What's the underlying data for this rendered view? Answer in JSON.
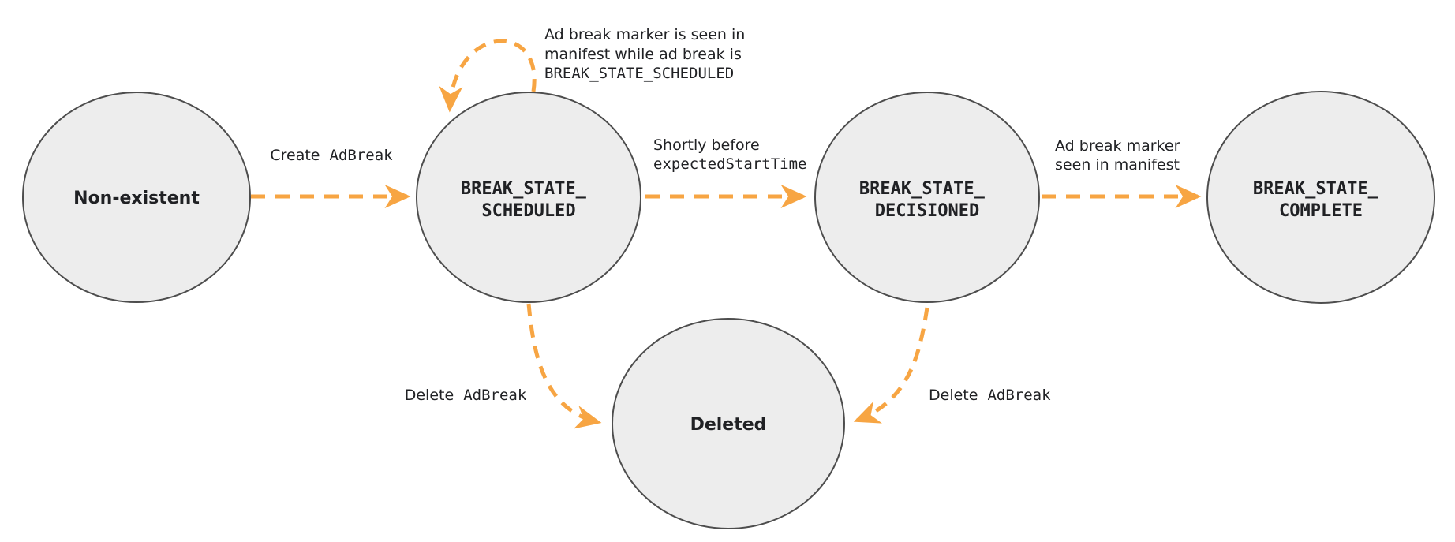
{
  "diagram": {
    "colors": {
      "accent": "#F7A543",
      "state_fill": "#EDEDED",
      "state_stroke": "#4D4D4D",
      "text": "#202124"
    },
    "states": {
      "nonexistent": {
        "label": "Non-existent"
      },
      "scheduled": {
        "line1": "BREAK_STATE_",
        "line2": "SCHEDULED"
      },
      "decisioned": {
        "line1": "BREAK_STATE_",
        "line2": "DECISIONED"
      },
      "complete": {
        "line1": "BREAK_STATE_",
        "line2": "COMPLETE"
      },
      "deleted": {
        "label": "Deleted"
      }
    },
    "edges": {
      "create": {
        "text": "Create",
        "code": "AdBreak"
      },
      "self_loop": {
        "line1": "Ad break marker is seen in",
        "line2": "manifest while ad break is",
        "line3": "BREAK_STATE_SCHEDULED"
      },
      "to_decisioned": {
        "line1": "Shortly before",
        "line2": "expectedStartTime"
      },
      "to_complete": {
        "line1": "Ad break marker",
        "line2": "seen in manifest"
      },
      "delete_from_scheduled": {
        "text": "Delete",
        "code": "AdBreak"
      },
      "delete_from_decisioned": {
        "text": "Delete",
        "code": "AdBreak"
      }
    }
  }
}
